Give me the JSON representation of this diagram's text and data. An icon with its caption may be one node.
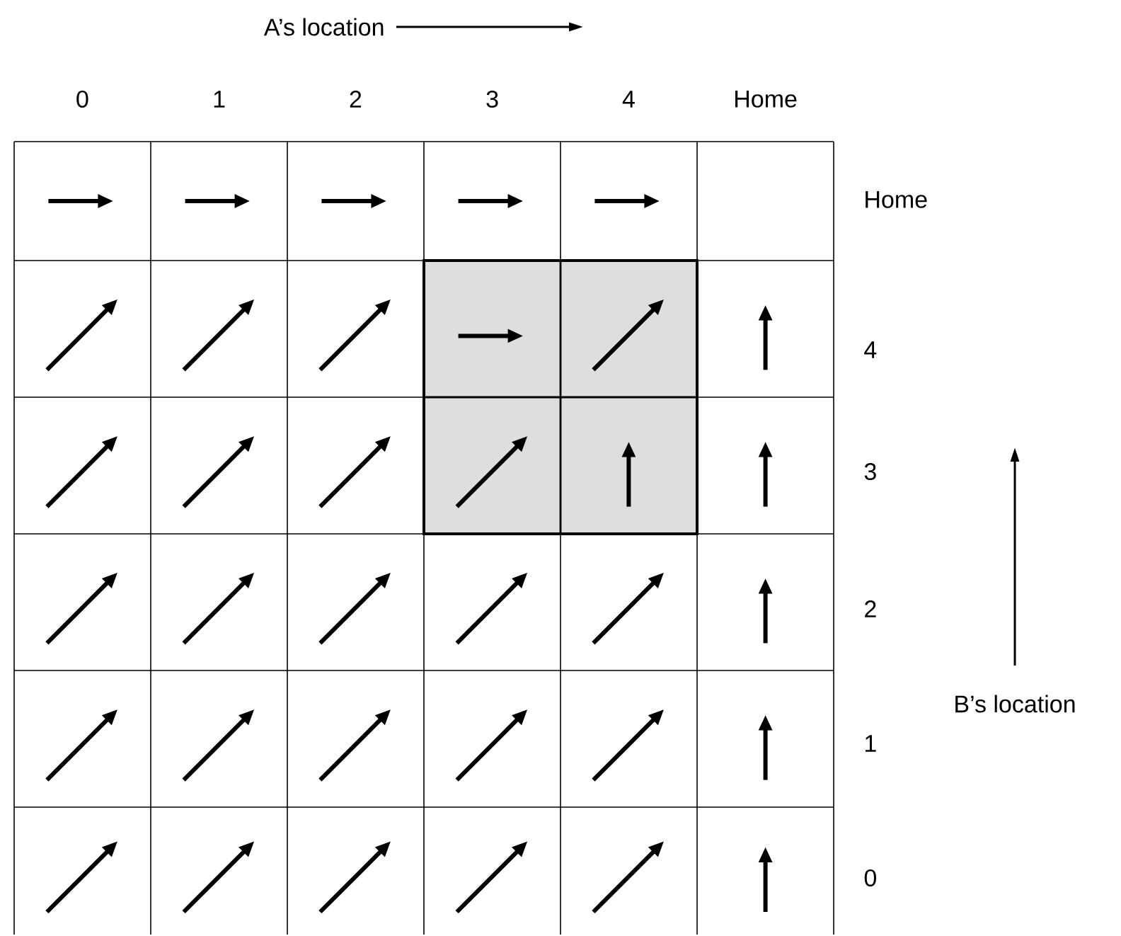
{
  "diagram": {
    "labels": [
      "A’s location",
      "0",
      "1",
      "2",
      "3",
      "4",
      "Home",
      "Home",
      "4",
      "3",
      "2",
      "B’s location",
      "1",
      "0"
    ]
  }
}
